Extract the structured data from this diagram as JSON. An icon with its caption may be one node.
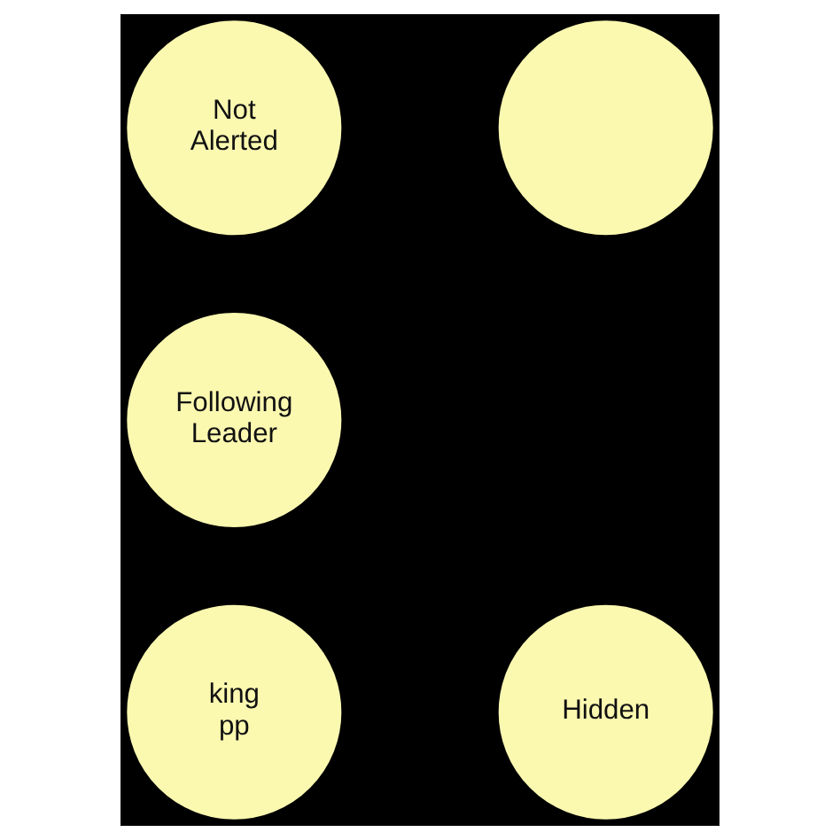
{
  "diagram": {
    "nodes": [
      {
        "text": [
          "Not Alerted"
        ]
      },
      {
        "text": [],
        "shape": "circle"
      },
      {
        "text": [
          "Following Leader"
        ]
      },
      {
        "text": [
          "king pp"
        ]
      },
      {
        "text": [
          "Hidden"
        ]
      }
    ]
  }
}
